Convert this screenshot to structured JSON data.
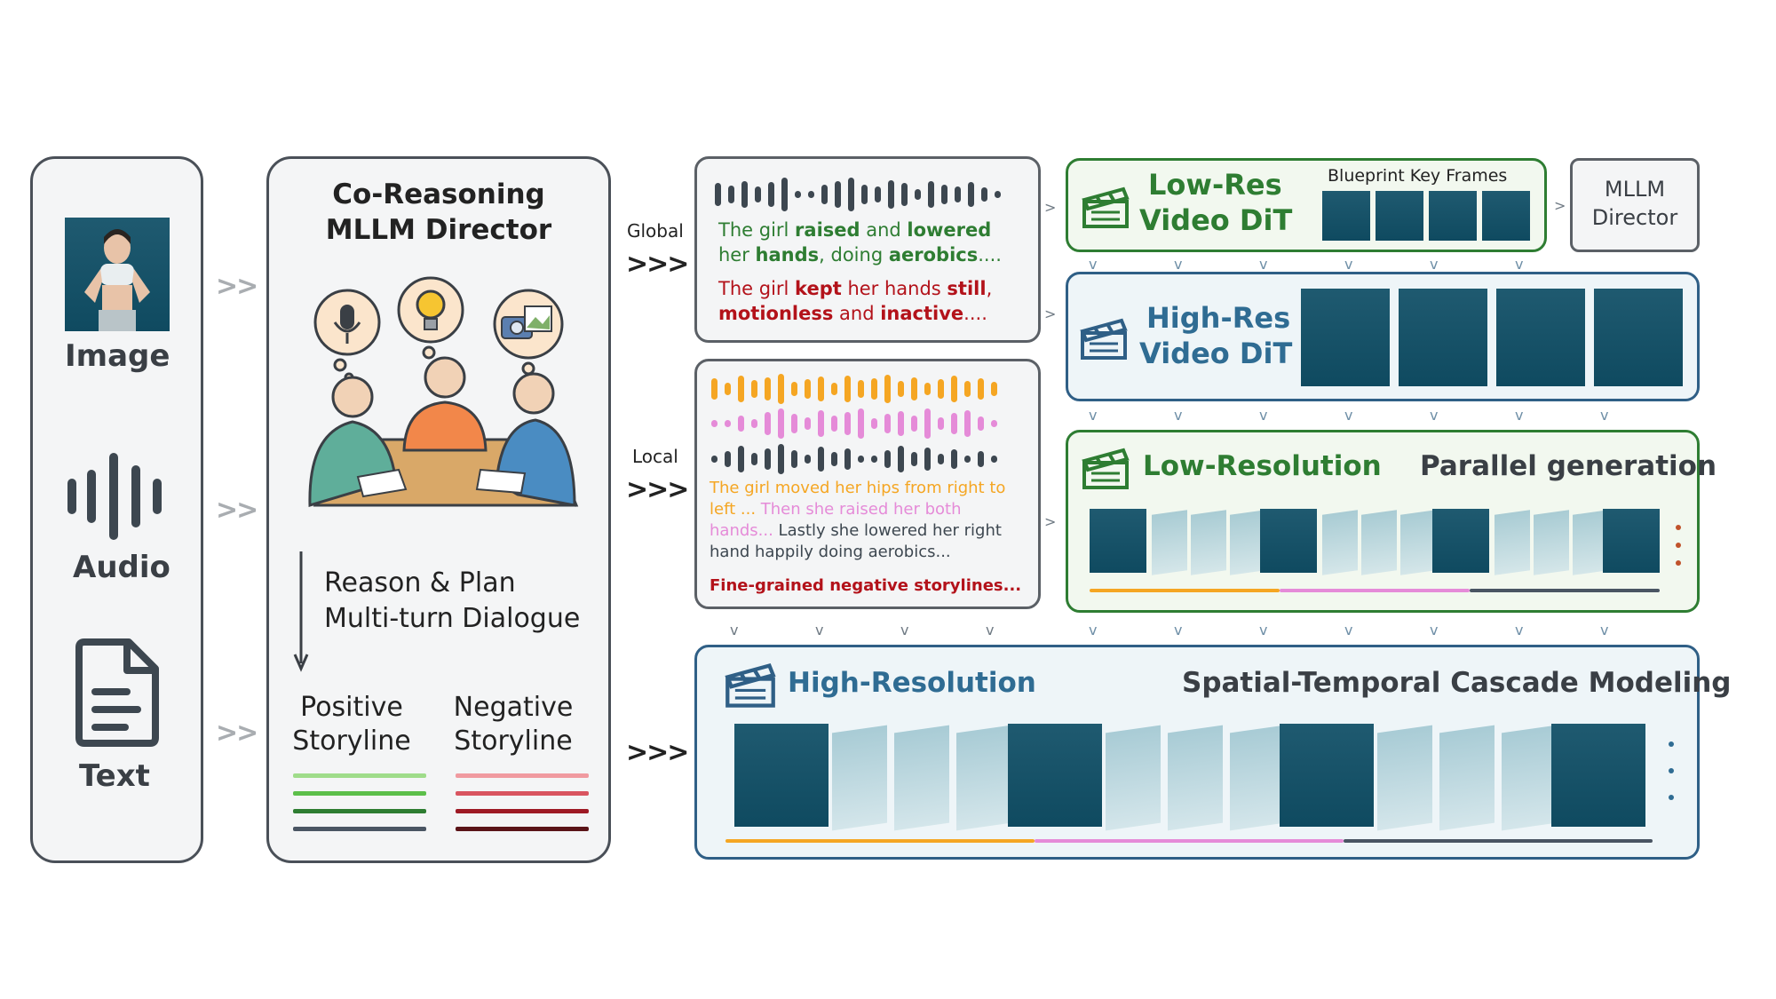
{
  "inputs": {
    "image_label": "Image",
    "audio_label": "Audio",
    "text_label": "Text"
  },
  "director": {
    "title_line1": "Co-Reasoning",
    "title_line2": "MLLM Director",
    "reason_line1": "Reason & Plan",
    "reason_line2": "Multi-turn Dialogue",
    "positive_line1": "Positive",
    "positive_line2": "Storyline",
    "negative_line1": "Negative",
    "negative_line2": "Storyline"
  },
  "connectors": {
    "global_label": "Global",
    "local_label": "Local",
    "arrow": ">>>",
    "small_arrow": ">>"
  },
  "global_box": {
    "pos_text_parts": [
      "The girl ",
      "raised",
      " and ",
      "lowered"
    ],
    "pos_text_line2_parts": [
      "her ",
      "hands",
      ", doing ",
      "aerobics",
      "...."
    ],
    "neg_line1_parts": [
      "The girl ",
      "kept",
      " her hands ",
      "still",
      ","
    ],
    "neg_line2_parts": [
      "motionless",
      " and ",
      "inactive",
      "...."
    ]
  },
  "local_box": {
    "line1": "The girl moved her hips from right to",
    "line2a": "left ... ",
    "line2b": "Then she raised her both",
    "line3a": "hands... ",
    "line3b": "Lastly she lowered her right",
    "line4": "hand happily doing aerobics...",
    "negative": "Fine-grained negative storylines..."
  },
  "lowres_dit": {
    "line1": "Low-Res",
    "line2": "Video DiT",
    "keyframes_label": "Blueprint Key Frames"
  },
  "mllm_small": {
    "line1": "MLLM",
    "line2": "Director"
  },
  "highres_dit": {
    "line1": "High-Res",
    "line2": "Video DiT"
  },
  "lowres_gen": {
    "title": "Low-Resolution",
    "subtitle": "Parallel generation"
  },
  "highres_gen": {
    "title": "High-Resolution",
    "subtitle": "Spatial-Temporal Cascade Modeling"
  },
  "colors": {
    "green_dark": "#2e7d32",
    "blue_dark": "#2f5f86",
    "orange": "#f5a623",
    "pink": "#e58bd8",
    "slate": "#4a5563",
    "red_dark": "#b3121a",
    "pos_text": "#2e7d32"
  }
}
